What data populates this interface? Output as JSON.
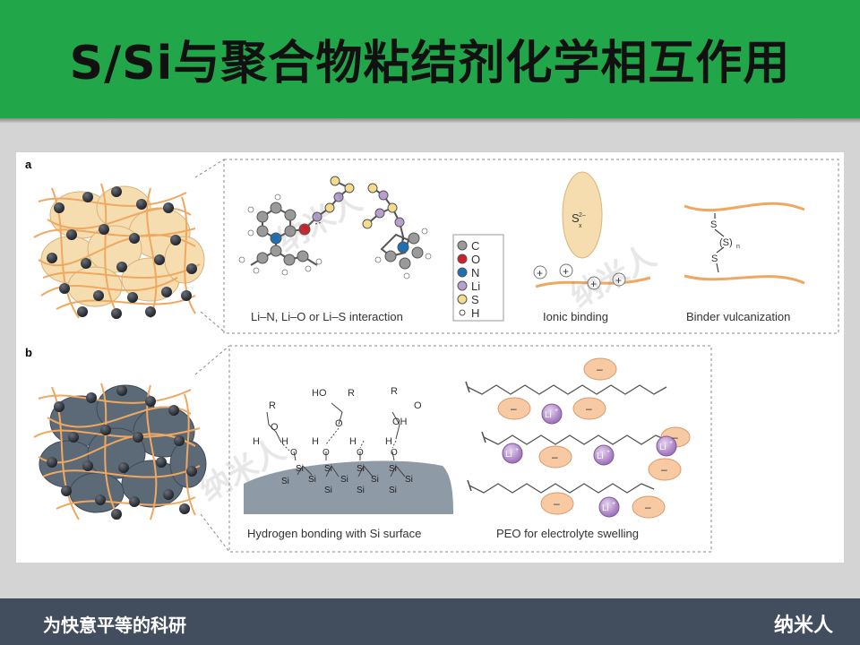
{
  "title": "S/Si与聚合物粘结剂化学相互作用",
  "footer": {
    "slogan": "为快意平等的科研",
    "brand": "纳米人"
  },
  "watermark": "纳米人",
  "panel_a": {
    "label": "a",
    "captions": [
      "Li–N, Li–O or Li–S interaction",
      "Ionic binding",
      "Binder vulcanization"
    ],
    "legend": [
      {
        "symbol": "C",
        "color": "#9a9a9a"
      },
      {
        "symbol": "O",
        "color": "#d0202a"
      },
      {
        "symbol": "N",
        "color": "#1f6fb5"
      },
      {
        "symbol": "Li",
        "color": "#b7a0cf"
      },
      {
        "symbol": "S",
        "color": "#f3dc8c"
      },
      {
        "symbol": "H",
        "color": "#ffffff"
      }
    ],
    "sulfide_label": "S",
    "sulfide_sub": "x",
    "sulfide_sup": "2–",
    "plus": "+",
    "vulc_s": "S",
    "vulc_sn": "(S)",
    "vulc_n": "n"
  },
  "panel_b": {
    "label": "b",
    "captions": [
      "Hydrogen bonding with Si surface",
      "PEO for electrolyte swelling"
    ],
    "si": "Si",
    "li_label": "Li",
    "li_sup": "+",
    "anion": "–",
    "groups": {
      "H": "H",
      "O": "O",
      "R": "R",
      "HO": "HO",
      "OH": "OH"
    }
  },
  "colors": {
    "header": "#22a64a",
    "footer": "#424d5e",
    "fiber": "#f0a860",
    "particle_a": "#f6ddb0",
    "particle_b": "#5c6a78",
    "anion": "#f8caa4",
    "li": "#a67cc0"
  }
}
